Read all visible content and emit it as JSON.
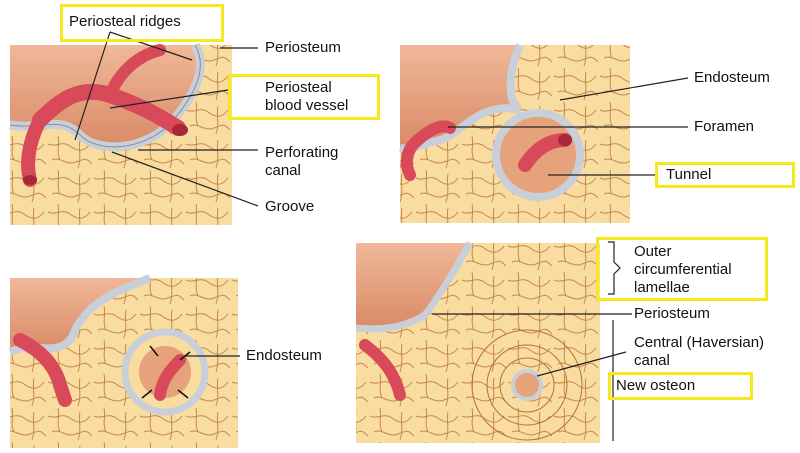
{
  "colors": {
    "bone": "#f8dca0",
    "bone_line": "#b8703a",
    "skin": "#e6a27a",
    "vessel": "#d84a5a",
    "vessel_dark": "#a82838",
    "periosteum": "#c9cfd8",
    "highlight": "#f5e81e",
    "label_line": "#222222"
  },
  "panel1": {
    "periosteal_ridges": "Periosteal ridges",
    "periosteum": "Periosteum",
    "periosteal_vessel_line1": "Periosteal",
    "periosteal_vessel_line2": "blood vessel",
    "perforating_line1": "Perforating",
    "perforating_line2": "canal",
    "groove": "Groove"
  },
  "panel2": {
    "endosteum": "Endosteum",
    "foramen": "Foramen",
    "tunnel": "Tunnel"
  },
  "panel3": {
    "endosteum": "Endosteum"
  },
  "panel4": {
    "outer_line1": "Outer",
    "outer_line2": "circumferential",
    "outer_line3": "lamellae",
    "periosteum": "Periosteum",
    "central_line1": "Central (Haversian)",
    "central_line2": "canal",
    "new_osteon": "New osteon"
  }
}
